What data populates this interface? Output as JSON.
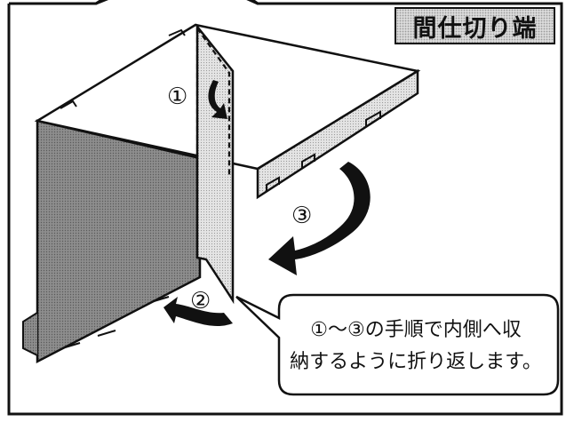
{
  "title": "間仕切り端",
  "steps": [
    "①",
    "②",
    "③"
  ],
  "callout": {
    "line1": "①～③の手順で内側へ収",
    "line2": "納するように折り返します。"
  },
  "colors": {
    "ink": "#111111",
    "panel_dark": "#8c8c8c",
    "panel_light": "#dcdcdc",
    "paper": "#ffffff"
  }
}
